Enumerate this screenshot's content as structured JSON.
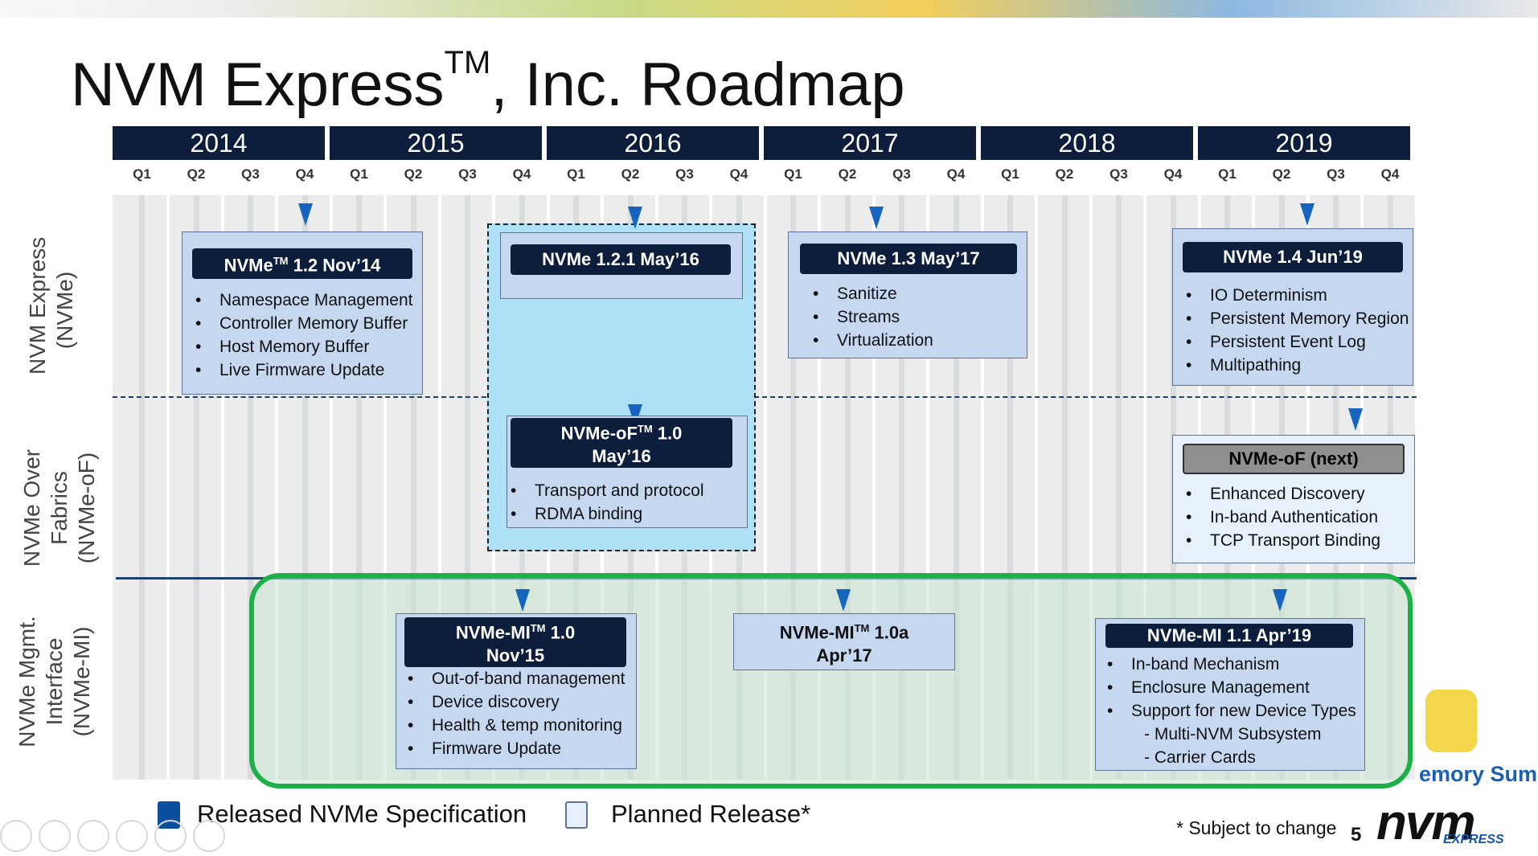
{
  "slide": {
    "title_main": "NVM Express",
    "title_sup": "TM",
    "title_rest": ", Inc. Roadmap",
    "page_number": "5",
    "note": "* Subject to change"
  },
  "timeline": {
    "years": [
      "2014",
      "2015",
      "2016",
      "2017",
      "2018",
      "2019"
    ],
    "quarters": [
      "Q1",
      "Q2",
      "Q3",
      "Q4"
    ]
  },
  "rows": {
    "nvme": {
      "line1": "NVM Express",
      "line2": "(NVMe)"
    },
    "nvmeof": {
      "line1": "NVMe Over",
      "line2": "Fabrics",
      "line3": "(NVMe-oF)"
    },
    "nvmemi": {
      "line1": "NVMe Mgmt.",
      "line2": "Interface",
      "line3": "(NVMe-MI)"
    }
  },
  "releases": {
    "nvme12": {
      "title": "NVMe",
      "sup": "TM",
      "title_rest": " 1.2 Nov’14",
      "items": [
        "Namespace Management",
        "Controller Memory Buffer",
        "Host Memory Buffer",
        "Live Firmware Update"
      ]
    },
    "nvme121": {
      "title": "NVMe 1.2.1 May’16"
    },
    "nvme13": {
      "title": "NVMe 1.3 May’17",
      "items": [
        "Sanitize",
        "Streams",
        "Virtualization"
      ]
    },
    "nvme14": {
      "title": "NVMe 1.4 Jun’19",
      "items": [
        "IO Determinism",
        "Persistent Memory Region",
        "Persistent Event Log",
        "Multipathing"
      ]
    },
    "nvmeof10": {
      "title": "NVMe-oF",
      "sup": "TM",
      "title_rest": " 1.0",
      "title_line2": "May’16",
      "items": [
        "Transport and protocol",
        "RDMA binding"
      ]
    },
    "nvmeofnext": {
      "title": "NVMe-oF (next)",
      "items": [
        "Enhanced Discovery",
        "In-band Authentication",
        "TCP Transport Binding"
      ]
    },
    "nvmemi10": {
      "title": "NVMe-MI",
      "sup": "TM",
      "title_rest": " 1.0",
      "title_line2": "Nov’15",
      "items": [
        "Out-of-band management",
        "Device discovery",
        "Health & temp monitoring",
        "Firmware Update"
      ]
    },
    "nvmemi10a": {
      "title": "NVMe-MI",
      "sup": "TM",
      "title_rest": " 1.0a",
      "title_line2": "Apr’17"
    },
    "nvmemi11": {
      "title": "NVMe-MI 1.1 Apr’19",
      "items": [
        "In-band Mechanism",
        "Enclosure Management",
        "Support for new Device Types"
      ],
      "subitems": [
        "- Multi-NVM Subsystem",
        "- Carrier Cards"
      ]
    }
  },
  "legend": {
    "released": "Released NVMe Specification",
    "planned": "Planned Release*"
  },
  "branding": {
    "logo": "nvm",
    "logo_sub": "EXPRESS",
    "summit": "emory Summit"
  },
  "colors": {
    "header_navy": "#0d1d3c",
    "released_box": "#c6d8f0",
    "planned_box": "#e6f1fb",
    "planned_area": "#aee0f6",
    "marker_blue": "#1565c0",
    "highlight_green": "#1db049"
  }
}
